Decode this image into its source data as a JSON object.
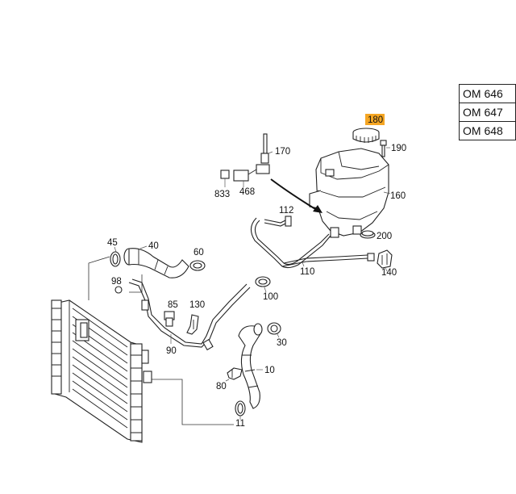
{
  "engine_codes": [
    "OM 646",
    "OM 647",
    "OM 648"
  ],
  "highlight_color": "#f5a623",
  "labels": {
    "p180": "180",
    "p190": "190",
    "p170": "170",
    "p160": "160",
    "p833": "833",
    "p468": "468",
    "p112": "112",
    "p200": "200",
    "p110": "110",
    "p140": "140",
    "p45": "45",
    "p40": "40",
    "p60": "60",
    "p98": "98",
    "p100": "100",
    "p85": "85",
    "p130": "130",
    "p90": "90",
    "p30": "30",
    "p10": "10",
    "p80": "80",
    "p11": "11"
  }
}
